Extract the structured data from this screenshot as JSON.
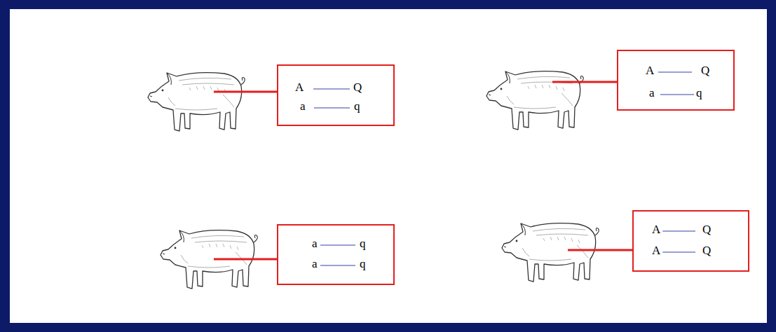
{
  "diagram": {
    "nodes": [
      {
        "text": [
          "A",
          "Q",
          "a",
          "q"
        ]
      },
      {
        "text": [
          "A",
          "Q",
          "a",
          "q"
        ]
      },
      {
        "text": [
          "a",
          "q",
          "a",
          "q"
        ]
      },
      {
        "text": [
          "A",
          "Q",
          "A",
          "Q"
        ]
      }
    ]
  }
}
